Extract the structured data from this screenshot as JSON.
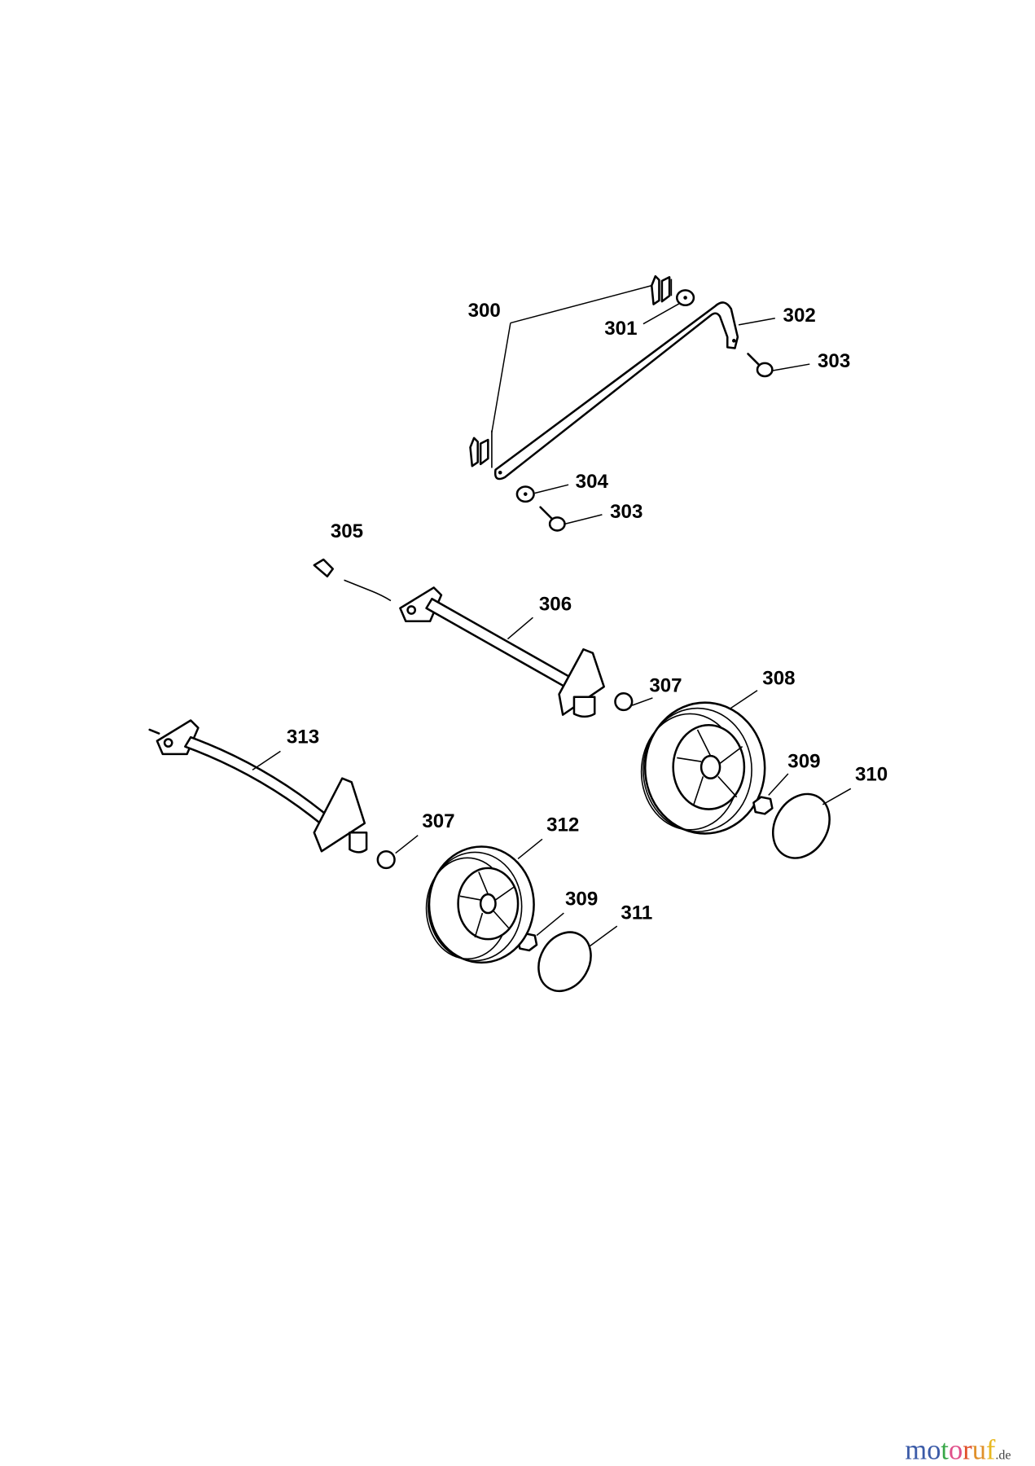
{
  "diagram": {
    "labels": {
      "l300": "300",
      "l301": "301",
      "l302": "302",
      "l303a": "303",
      "l303b": "303",
      "l304": "304",
      "l305": "305",
      "l306": "306",
      "l307a": "307",
      "l307b": "307",
      "l308": "308",
      "l309a": "309",
      "l309b": "309",
      "l310": "310",
      "l311": "311",
      "l312": "312",
      "l313": "313"
    }
  },
  "watermark": {
    "letters": [
      "m",
      "o",
      "t",
      "o",
      "r",
      "u",
      "f"
    ],
    "colors": [
      "#3b5ba8",
      "#3b5ba8",
      "#3aa84a",
      "#e0508a",
      "#e0502a",
      "#e0902a",
      "#e8b820"
    ],
    "suffix": ".de"
  }
}
